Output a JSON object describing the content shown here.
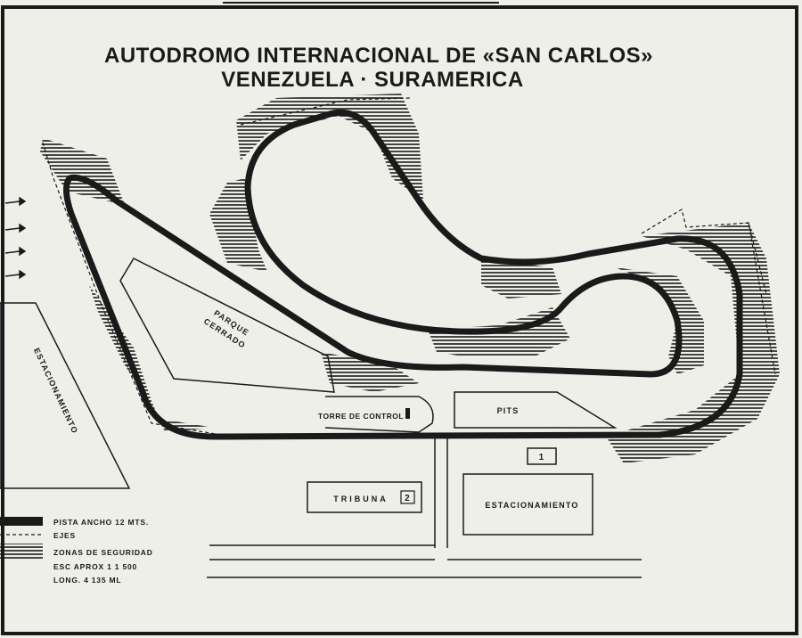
{
  "title": {
    "line1": "AUTODROMO INTERNACIONAL DE «SAN CARLOS»",
    "line2": "VENEZUELA · SURAMERICA"
  },
  "labels": {
    "parque_line1": "PARQUE",
    "parque_line2": "CERRADO",
    "torre": "TORRE DE CONTROL",
    "pits": "PITS",
    "estacionamiento_left": "ESTACIONAMIENTO",
    "estacionamiento_bottom": "ESTACIONAMIENTO",
    "tribuna": "TRIBUNA",
    "tribuna_num": "2",
    "box_num": "1"
  },
  "legend": {
    "pista": "PISTA ANCHO 12 MTS.",
    "ejes": "EJES",
    "zonas": "ZONAS DE SEGURIDAD",
    "escala": "ESC APROX 1 1 500",
    "longitud": "LONG. 4 135 ML"
  },
  "colors": {
    "ink": "#1a1a1a",
    "paper": "#efefea"
  }
}
